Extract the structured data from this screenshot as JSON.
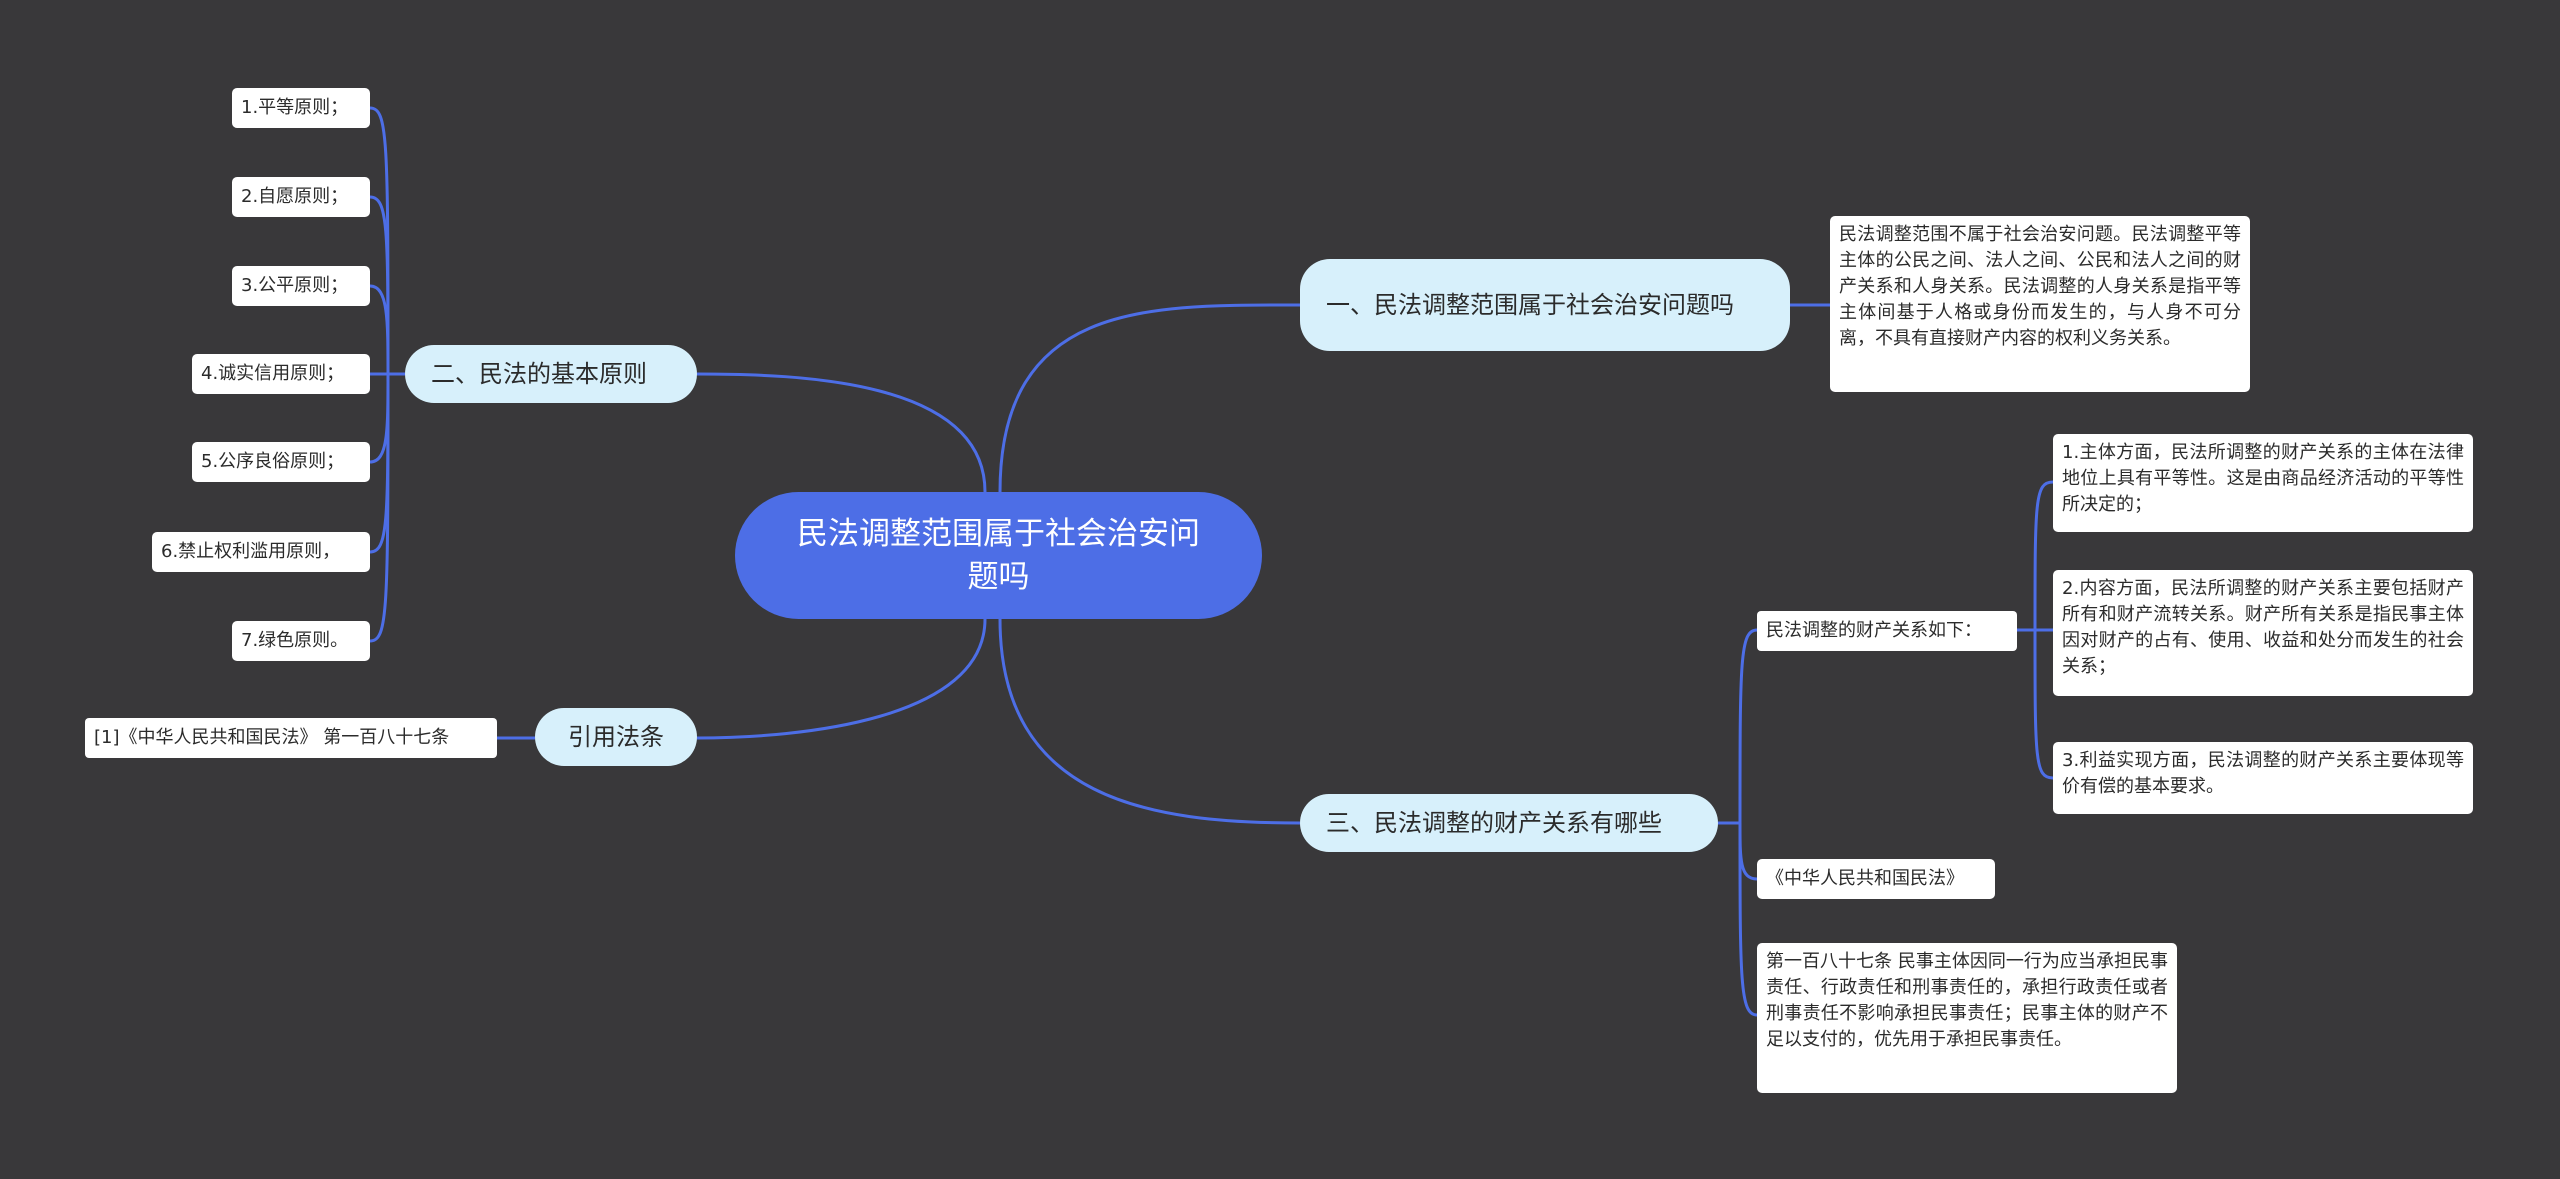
{
  "theme": {
    "background": "#39383a",
    "root": "#4d6ee6",
    "branch": "#d7f0fb",
    "leaf": "#ffffff",
    "line": "#4d6ee6"
  },
  "root": {
    "label": "民法调整范围属于社会治安问题吗"
  },
  "branches": {
    "b1": {
      "label": "一、民法调整范围属于社会治安问题吗",
      "detail": "民法调整范围不属于社会治安问题。民法调整平等主体的公民之间、法人之间、公民和法人之间的财产关系和人身关系。民法调整的人身关系是指平等主体间基于人格或身份而发生的，与人身不可分离，不具有直接财产内容的权利义务关系。"
    },
    "b2": {
      "label": "二、民法的基本原则",
      "items": [
        "1.平等原则；",
        "2.自愿原则；",
        "3.公平原则；",
        "4.诚实信用原则；",
        "5.公序良俗原则；",
        "6.禁止权利滥用原则，",
        "7.绿色原则。"
      ]
    },
    "b3": {
      "label": "三、民法调整的财产关系有哪些",
      "sub": {
        "label": "民法调整的财产关系如下：",
        "items": [
          "1.主体方面，民法所调整的财产关系的主体在法律地位上具有平等性。这是由商品经济活动的平等性所决定的；",
          "2.内容方面，民法所调整的财产关系主要包括财产所有和财产流转关系。财产所有关系是指民事主体因对财产的占有、使用、收益和处分而发生的社会关系；",
          "3.利益实现方面，民法调整的财产关系主要体现等价有偿的基本要求。"
        ]
      },
      "law": "《中华人民共和国民法》",
      "article": "第一百八十七条  民事主体因同一行为应当承担民事责任、行政责任和刑事责任的，承担行政责任或者刑事责任不影响承担民事责任；民事主体的财产不足以支付的，优先用于承担民事责任。"
    },
    "b4": {
      "label": "引用法条",
      "ref": "[1]《中华人民共和国民法》 第一百八十七条"
    }
  }
}
